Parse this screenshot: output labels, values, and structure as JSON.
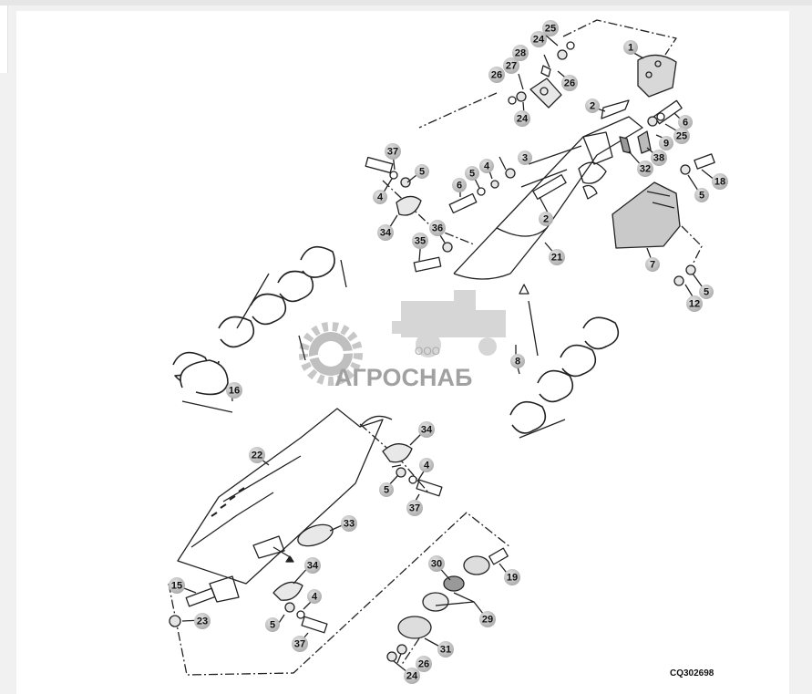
{
  "diagram": {
    "reference_code": "CQ302698",
    "watermark": {
      "prefix": "ООО",
      "name": "АГРОСНАБ"
    },
    "callouts": [
      {
        "id": "c1",
        "label": "1"
      },
      {
        "id": "c2a",
        "label": "2"
      },
      {
        "id": "c2b",
        "label": "2"
      },
      {
        "id": "c3",
        "label": "3"
      },
      {
        "id": "c4a",
        "label": "4"
      },
      {
        "id": "c4b",
        "label": "4"
      },
      {
        "id": "c4c",
        "label": "4"
      },
      {
        "id": "c4d",
        "label": "4"
      },
      {
        "id": "c5a",
        "label": "5"
      },
      {
        "id": "c5b",
        "label": "5"
      },
      {
        "id": "c5c",
        "label": "5"
      },
      {
        "id": "c5d",
        "label": "5"
      },
      {
        "id": "c5e",
        "label": "5"
      },
      {
        "id": "c5f",
        "label": "5"
      },
      {
        "id": "c6a",
        "label": "6"
      },
      {
        "id": "c6b",
        "label": "6"
      },
      {
        "id": "c7",
        "label": "7"
      },
      {
        "id": "c8",
        "label": "8"
      },
      {
        "id": "c9",
        "label": "9"
      },
      {
        "id": "c12",
        "label": "12"
      },
      {
        "id": "c15",
        "label": "15"
      },
      {
        "id": "c16",
        "label": "16"
      },
      {
        "id": "c18",
        "label": "18"
      },
      {
        "id": "c19",
        "label": "19"
      },
      {
        "id": "c21",
        "label": "21"
      },
      {
        "id": "c22",
        "label": "22"
      },
      {
        "id": "c23",
        "label": "23"
      },
      {
        "id": "c24a",
        "label": "24"
      },
      {
        "id": "c24b",
        "label": "24"
      },
      {
        "id": "c24c",
        "label": "24"
      },
      {
        "id": "c25a",
        "label": "25"
      },
      {
        "id": "c25b",
        "label": "25"
      },
      {
        "id": "c26a",
        "label": "26"
      },
      {
        "id": "c26b",
        "label": "26"
      },
      {
        "id": "c26c",
        "label": "26"
      },
      {
        "id": "c27",
        "label": "27"
      },
      {
        "id": "c28",
        "label": "28"
      },
      {
        "id": "c29",
        "label": "29"
      },
      {
        "id": "c30",
        "label": "30"
      },
      {
        "id": "c31",
        "label": "31"
      },
      {
        "id": "c32",
        "label": "32"
      },
      {
        "id": "c33",
        "label": "33"
      },
      {
        "id": "c34a",
        "label": "34"
      },
      {
        "id": "c34b",
        "label": "34"
      },
      {
        "id": "c34c",
        "label": "34"
      },
      {
        "id": "c35",
        "label": "35"
      },
      {
        "id": "c36",
        "label": "36"
      },
      {
        "id": "c37a",
        "label": "37"
      },
      {
        "id": "c37b",
        "label": "37"
      },
      {
        "id": "c37c",
        "label": "37"
      },
      {
        "id": "c38",
        "label": "38"
      }
    ]
  }
}
